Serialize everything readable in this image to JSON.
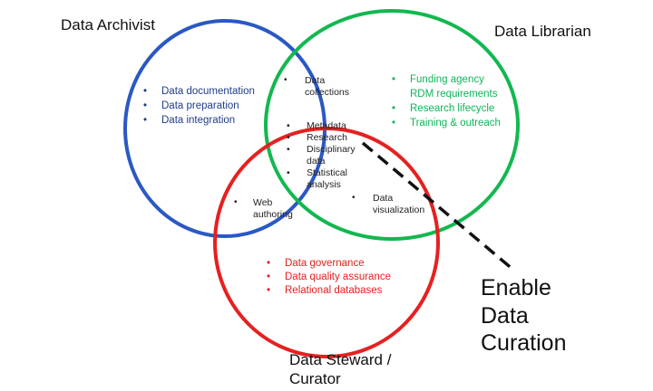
{
  "colors": {
    "archivist": "#2a58c4",
    "librarian": "#12b84f",
    "steward": "#e62020",
    "dashed_line": "#111111"
  },
  "circles": {
    "archivist_title": "Data Archivist",
    "librarian_title": "Data Librarian",
    "steward_title": "Data Steward /\nCurator"
  },
  "archivist_items": [
    "Data documentation",
    "Data preparation",
    "Data integration"
  ],
  "librarian_items": [
    "Funding agency",
    "RDM requirements",
    "Research lifecycle",
    "Training & outreach"
  ],
  "steward_items": [
    "Data governance",
    "Data quality assurance",
    "Relational databases"
  ],
  "overlap_archivist_librarian": "Data\ncollections",
  "overlap_all": [
    "Metadata",
    "Research",
    "Disciplinary\ndata",
    "Statistical\nanalysis"
  ],
  "overlap_archivist_steward": "Web\nauthoring",
  "overlap_librarian_steward": "Data\nvisualization",
  "callout": "Enable\nData\nCuration"
}
